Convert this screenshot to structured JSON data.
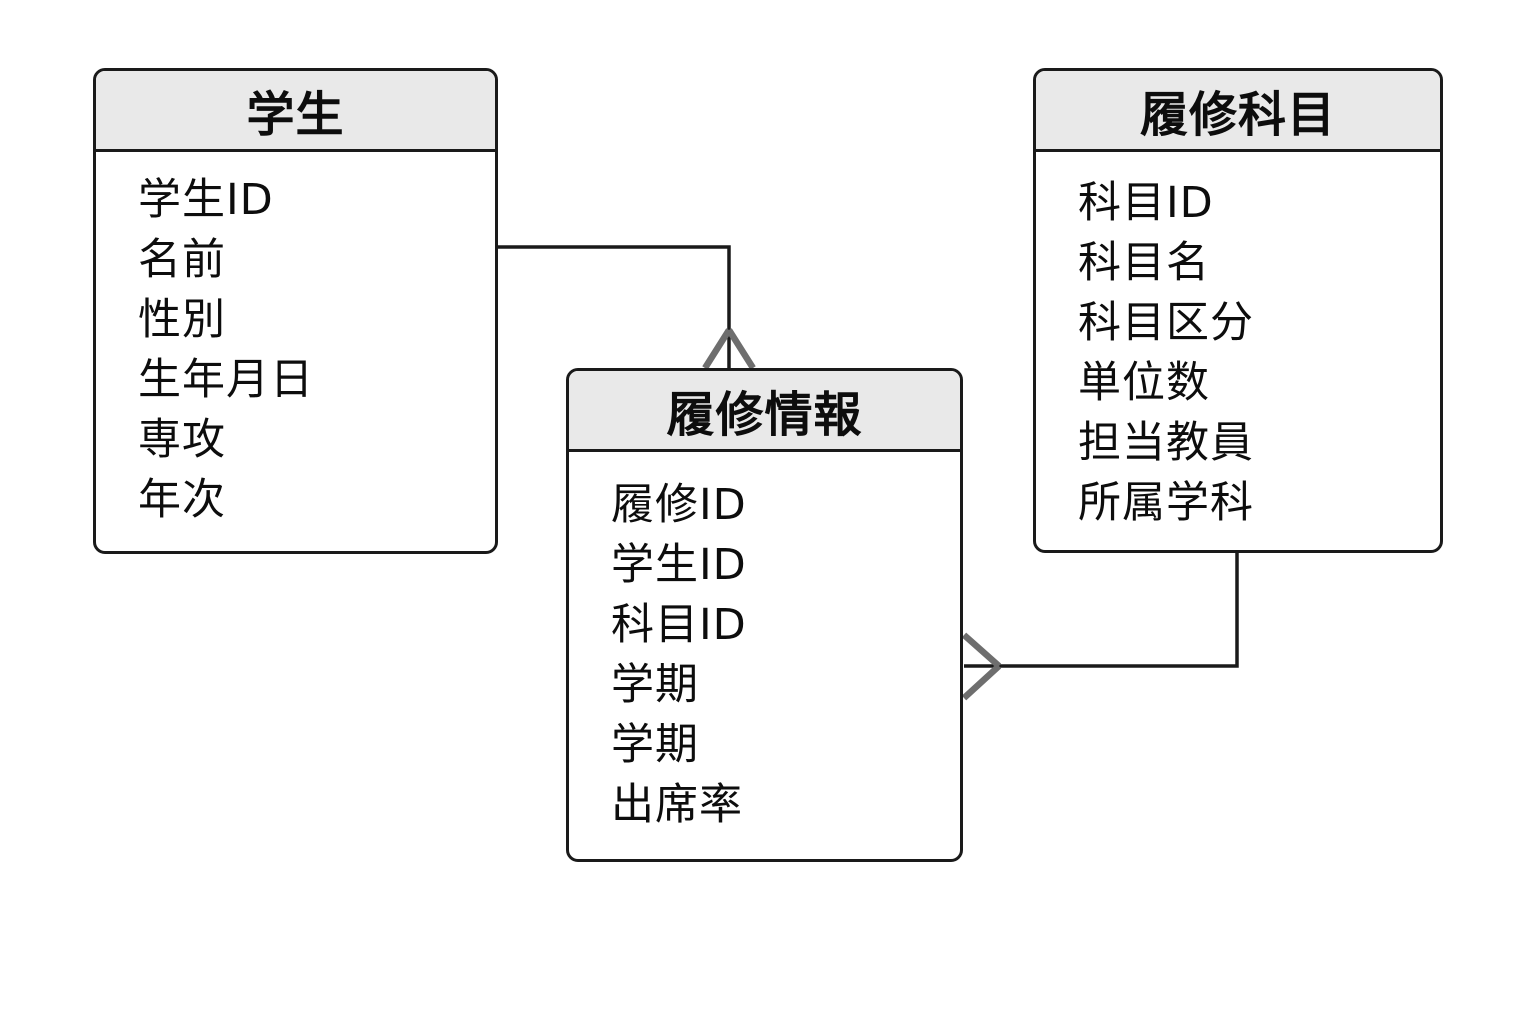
{
  "diagram": {
    "type": "entity-relationship",
    "colors": {
      "background": "#ffffff",
      "body_fill": "#ffffff",
      "header_fill": "#e9e9e9",
      "line": "#1a1a1a",
      "crow_foot": "#6e6e6e",
      "text": "#0d0d0d"
    },
    "entities": [
      {
        "title": "学生",
        "fields": [
          "学生ID",
          "名前",
          "性別",
          "生年月日",
          "専攻",
          "年次"
        ]
      },
      {
        "title": "履修情報",
        "fields": [
          "履修ID",
          "学生ID",
          "科目ID",
          "学期",
          "学期",
          "出席率"
        ]
      },
      {
        "title": "履修科目",
        "fields": [
          "科目ID",
          "科目名",
          "科目区分",
          "単位数",
          "担当教員",
          "所属学科"
        ]
      }
    ],
    "relationships": [
      {
        "from": "学生",
        "to": "履修情報",
        "cardinality": "one-to-many",
        "many_marker": "crow-foot",
        "many_at": "履修情報"
      },
      {
        "from": "履修科目",
        "to": "履修情報",
        "cardinality": "one-to-many",
        "many_marker": "crow-foot",
        "many_at": "履修情報"
      }
    ]
  }
}
